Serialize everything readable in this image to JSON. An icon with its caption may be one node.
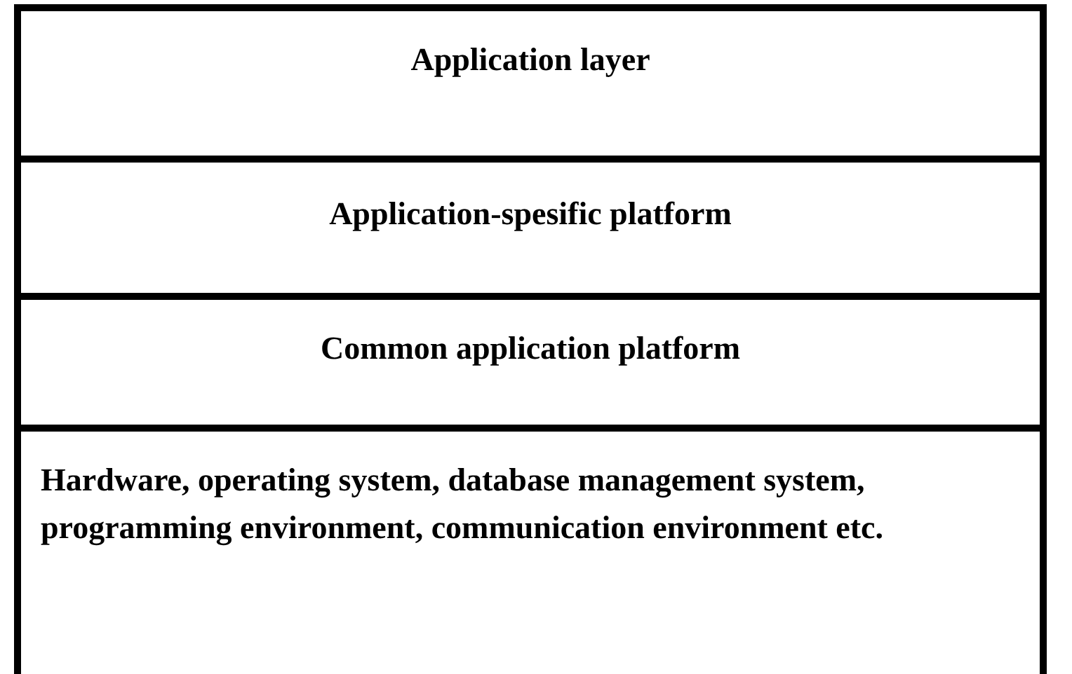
{
  "diagram": {
    "nodes": [
      {
        "text": [
          "Application layer"
        ]
      },
      {
        "text": [
          "Application-spesific platform"
        ]
      },
      {
        "text": [
          "Common application platform"
        ]
      },
      {
        "text": [
          "Hardware, operating system, database management system, programming environment, communication environment etc."
        ]
      }
    ]
  }
}
